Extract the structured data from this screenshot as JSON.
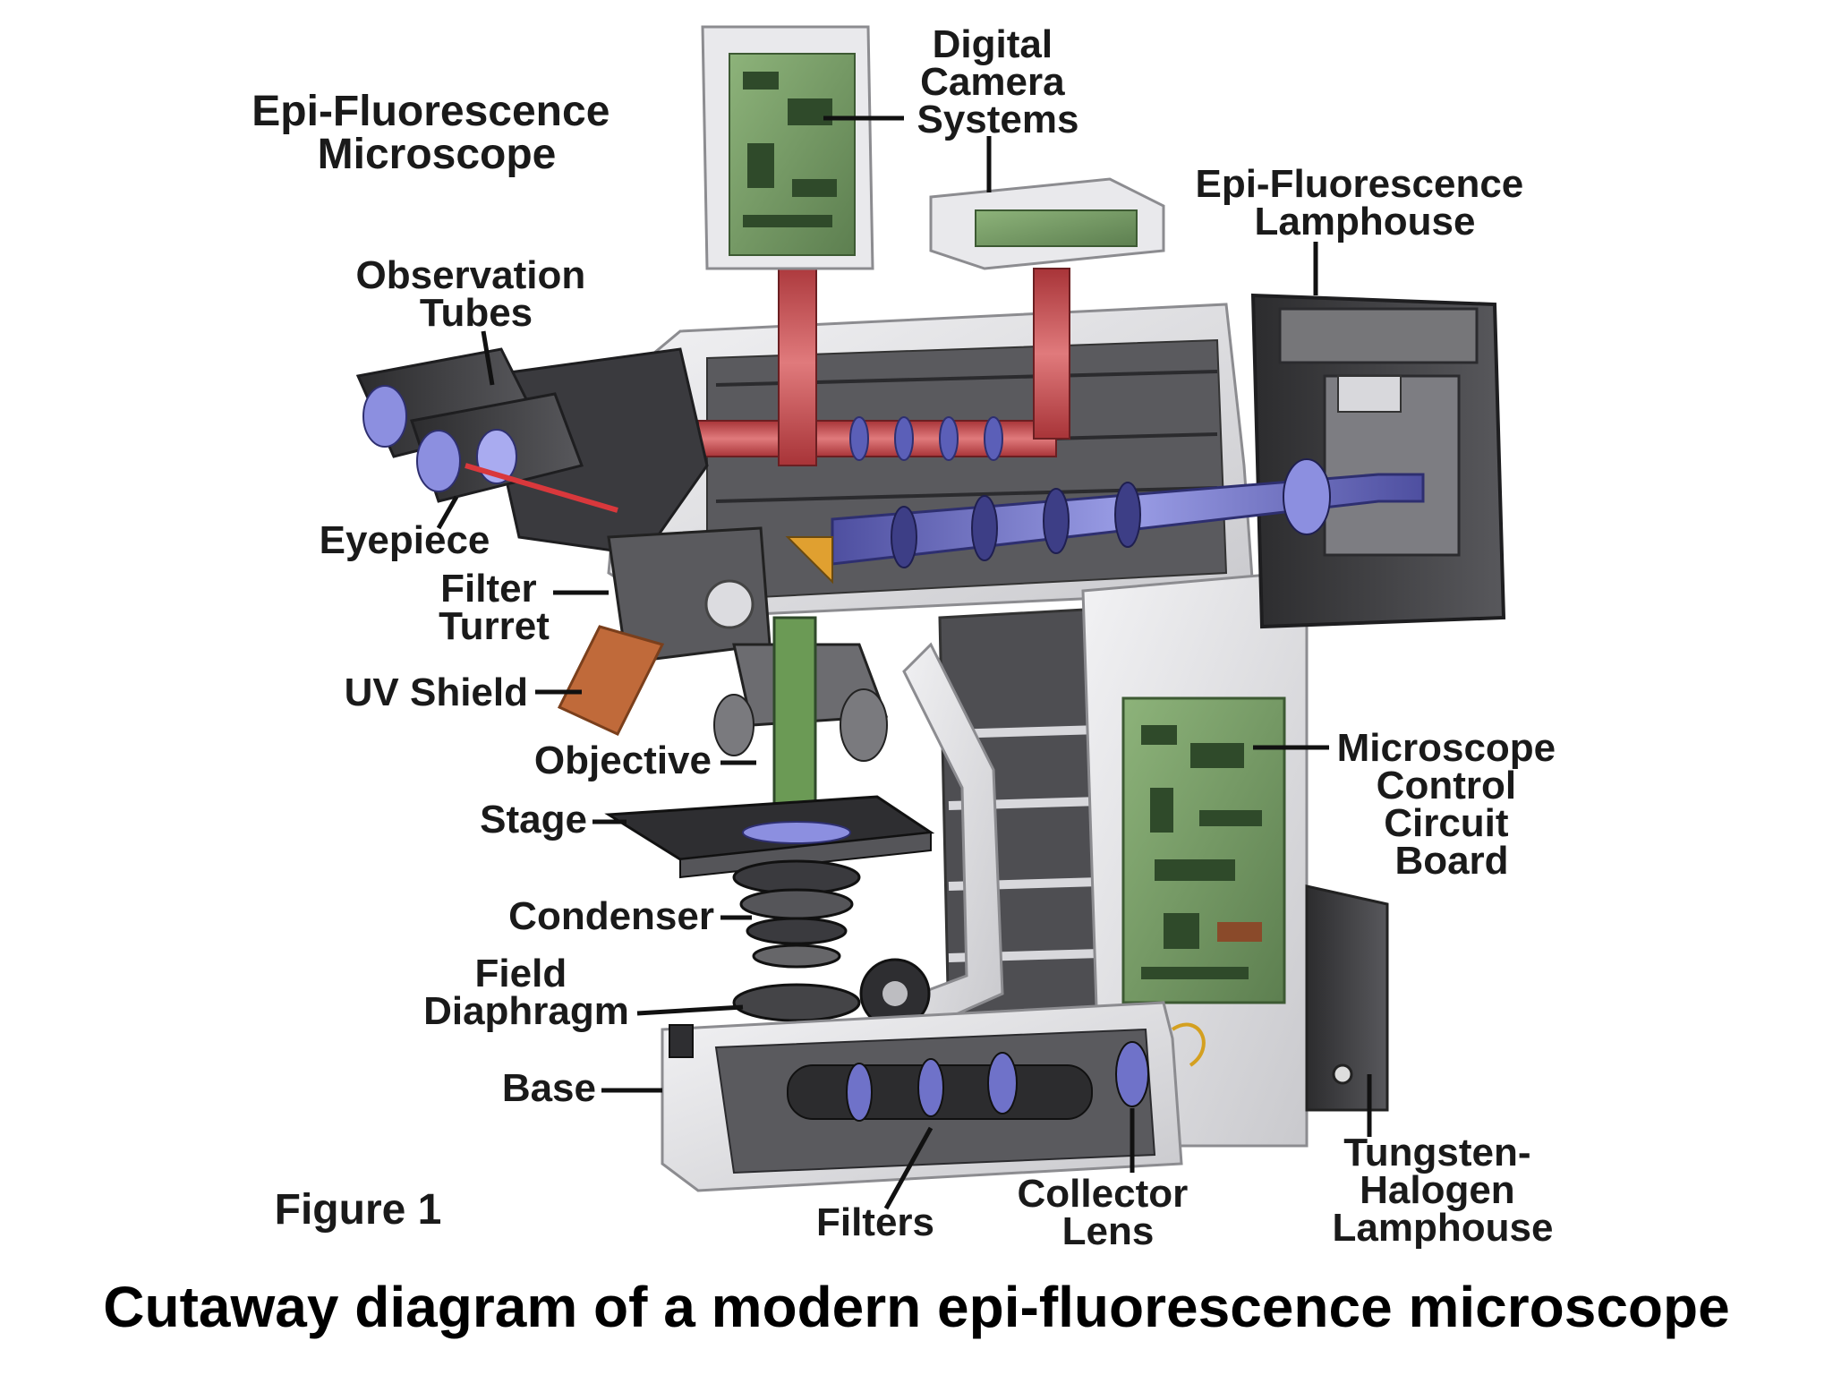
{
  "title": [
    "Epi-Fluorescence",
    "Microscope"
  ],
  "labels": {
    "digital_camera": [
      "Digital",
      "Camera",
      "Systems"
    ],
    "epi_lamphouse": [
      "Epi-Fluorescence",
      "Lamphouse"
    ],
    "observation_tubes": [
      "Observation",
      "Tubes"
    ],
    "eyepiece": [
      "Eyepiece"
    ],
    "filter_turret": [
      "Filter",
      "Turret"
    ],
    "uv_shield": [
      "UV Shield"
    ],
    "objective": [
      "Objective"
    ],
    "stage": [
      "Stage"
    ],
    "condenser": [
      "Condenser"
    ],
    "field_diaphragm": [
      "Field",
      "Diaphragm"
    ],
    "base": [
      "Base"
    ],
    "control_board": [
      "Microscope",
      "Control",
      "Circuit",
      "Board"
    ],
    "tungsten_lamphouse": [
      "Tungsten-",
      "Halogen",
      "Lamphouse"
    ],
    "filters": [
      "Filters"
    ],
    "collector_lens": [
      "Collector",
      "Lens"
    ]
  },
  "figure_label": "Figure 1",
  "caption": "Cutaway diagram of a modern epi-fluorescence microscope",
  "colors": {
    "body": "#e4e4e6",
    "dark_frame": "#3a3a3c",
    "light_path_red": "#c8474a",
    "light_path_blue": "#6f72c9",
    "circuit_green": "#7fa068",
    "uv_shield": "#c06a3a"
  }
}
